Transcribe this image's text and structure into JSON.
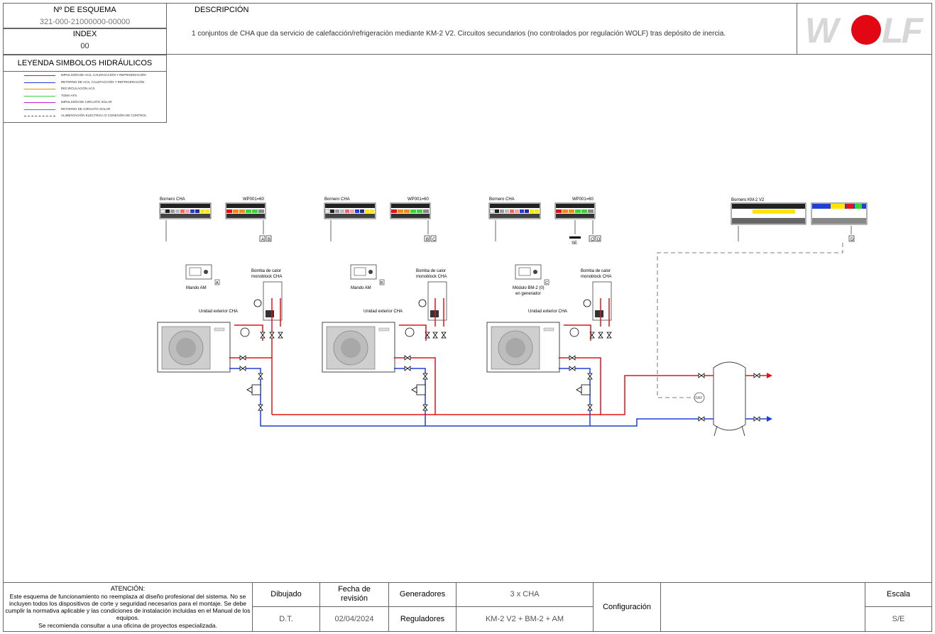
{
  "header": {
    "scheme_label": "Nº DE ESQUEMA",
    "scheme_number": "321-000-21000000-00000",
    "index_label": "INDEX",
    "index_value": "00",
    "description_label": "DESCRIPCIÓN",
    "description_text": "1 conjuntos de CHA que da servicio de  calefacción/refrigeración mediante KM-2 V2. Circuitos secundarios (no controlados por regulación WOLF) tras depósito de inercia.",
    "logo_text": "WOLF"
  },
  "legend": {
    "title": "LEYENDA SIMBOLOS HIDRÁULICOS",
    "items": [
      {
        "label": "IMPULSIÓN DE ACS, CALEFACCIÓN Y REFRIGERACIÓN",
        "color": "#e8101a",
        "style": "solid"
      },
      {
        "label": "RETORNO DE ACS, CALEFACCIÓN Y REFRIGERACIÓN",
        "color": "#1f3fd6",
        "style": "solid"
      },
      {
        "label": "RECIRCULACIÓN ACS",
        "color": "#f08c1a",
        "style": "solid"
      },
      {
        "label": "TOMA AFS",
        "color": "#3cd23c",
        "style": "solid"
      },
      {
        "label": "IMPULSIÓN DE CIRCUITO SOLAR",
        "color": "#c21ccf",
        "style": "solid"
      },
      {
        "label": "RETORNO DE CIRCUITO SOLAR",
        "color": "#3c78d8",
        "style": "solid"
      },
      {
        "label": "ALIMENTACIÓN ELÉCTRICA O CONEXIÓN DE CONTROL",
        "color": "#555555",
        "style": "dashed"
      }
    ]
  },
  "diagram": {
    "units": [
      {
        "bornero": "Bornero CHA",
        "wp": "WP001=60",
        "control": "Mando AM",
        "control_tag": "A",
        "pump": "Bomba de calor",
        "pump2": "monoblock CHA",
        "outdoor": "Unidad exterior CHA",
        "tags": [
          "A",
          "B"
        ]
      },
      {
        "bornero": "Bornero CHA",
        "wp": "WP001=60",
        "control": "Mando AM",
        "control_tag": "B",
        "pump": "Bomba de calor",
        "pump2": "monoblock CHA",
        "outdoor": "Unidad exterior CHA",
        "tags": [
          "B",
          "C"
        ]
      },
      {
        "bornero": "Bornero CHA",
        "wp": "WP001=60",
        "control": "Módulo BM-2 (0)",
        "control2": "en generador",
        "control_tag": "C",
        "pump": "Bomba de calor",
        "pump2": "monoblock CHA",
        "outdoor": "Unidad exterior CHA",
        "tags": [
          "C",
          "D"
        ],
        "se": "SE"
      }
    ],
    "km2": {
      "bornero": "Bornero KM-2 V2",
      "tag": "D"
    },
    "saf_label": "SAF"
  },
  "footer": {
    "attention_title": "ATENCIÓN:",
    "attention_text": "Este esquema de funcionamiento no reemplaza al diseño profesional del sistema. No se incluyen todos los dispositivos de corte y seguridad necesarios para el montaje. Se debe cumplir la normativa aplicable y las condiciones de instalación incluidas en el Manual de los equipos.",
    "attention_note": "Se recomienda consultar a una oficina de proyectos especializada.",
    "drawn_label": "Dibujado",
    "drawn_value": "D.T.",
    "revision_label": "Fecha de revisión",
    "revision_value": "02/04/2024",
    "generators_label": "Generadores",
    "generators_value": "3 x CHA",
    "regulators_label": "Reguladores",
    "regulators_value": "KM-2 V2 + BM-2 + AM",
    "config_label": "Configuración",
    "scale_label": "Escala",
    "scale_value": "S/E"
  }
}
